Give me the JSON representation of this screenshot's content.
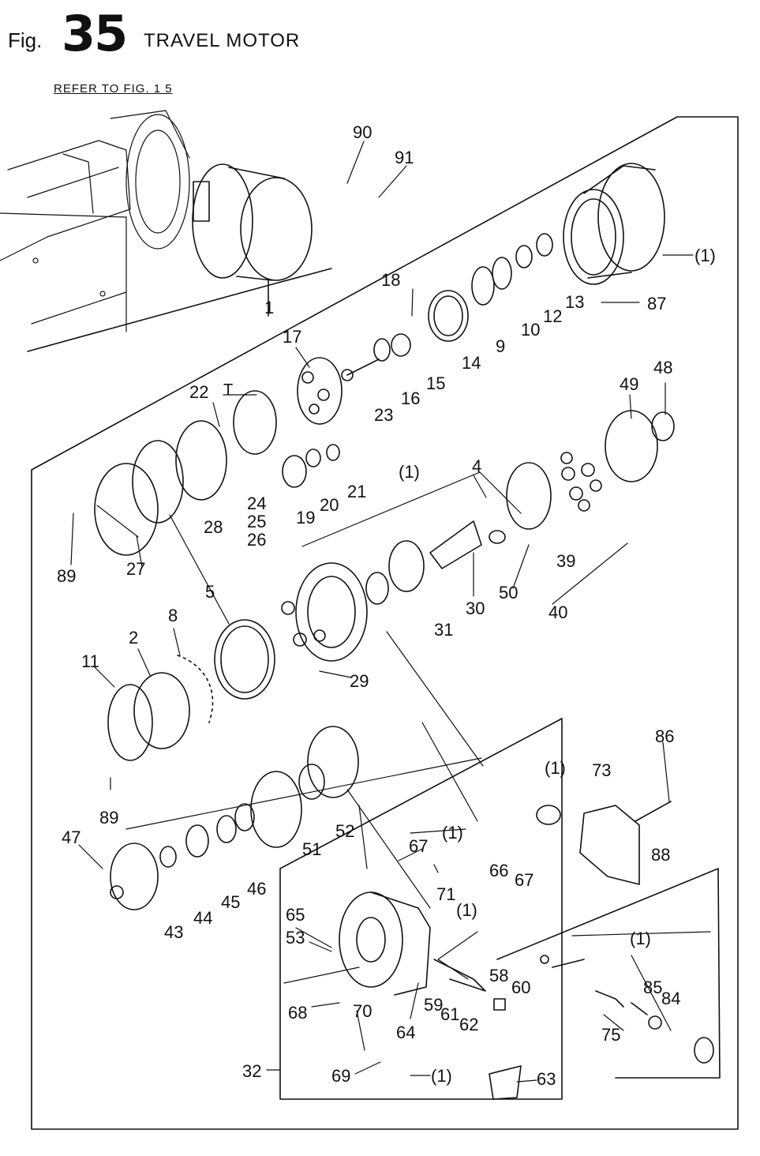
{
  "header": {
    "fig_prefix": "Fig.",
    "fig_number": "35",
    "title": "TRAVEL MOTOR",
    "reference": "REFER TO FIG. 1 5"
  },
  "callouts": [
    {
      "id": "c90",
      "text": "90"
    },
    {
      "id": "c91",
      "text": "91"
    },
    {
      "id": "c1a",
      "text": "(1)"
    },
    {
      "id": "c87",
      "text": "87"
    },
    {
      "id": "c13",
      "text": "13"
    },
    {
      "id": "c12",
      "text": "12"
    },
    {
      "id": "c10",
      "text": "10"
    },
    {
      "id": "c9",
      "text": "9"
    },
    {
      "id": "c14",
      "text": "14"
    },
    {
      "id": "c18",
      "text": "18"
    },
    {
      "id": "c1",
      "text": "1"
    },
    {
      "id": "c17",
      "text": "17"
    },
    {
      "id": "c15",
      "text": "15"
    },
    {
      "id": "c16",
      "text": "16"
    },
    {
      "id": "c23",
      "text": "23"
    },
    {
      "id": "c22",
      "text": "22"
    },
    {
      "id": "cT",
      "text": "T"
    },
    {
      "id": "c48",
      "text": "48"
    },
    {
      "id": "c49",
      "text": "49"
    },
    {
      "id": "c24",
      "text": "24"
    },
    {
      "id": "c25",
      "text": "25"
    },
    {
      "id": "c26",
      "text": "26"
    },
    {
      "id": "c28",
      "text": "28"
    },
    {
      "id": "c19",
      "text": "19"
    },
    {
      "id": "c20",
      "text": "20"
    },
    {
      "id": "c21",
      "text": "21"
    },
    {
      "id": "c1b",
      "text": "(1)"
    },
    {
      "id": "c4",
      "text": "4"
    },
    {
      "id": "c89a",
      "text": "89"
    },
    {
      "id": "c27",
      "text": "27"
    },
    {
      "id": "c39",
      "text": "39"
    },
    {
      "id": "c5",
      "text": "5"
    },
    {
      "id": "c50",
      "text": "50"
    },
    {
      "id": "c30",
      "text": "30"
    },
    {
      "id": "c40",
      "text": "40"
    },
    {
      "id": "c31",
      "text": "31"
    },
    {
      "id": "c8",
      "text": "8"
    },
    {
      "id": "c2",
      "text": "2"
    },
    {
      "id": "c11",
      "text": "11"
    },
    {
      "id": "c29",
      "text": "29"
    },
    {
      "id": "c86",
      "text": "86"
    },
    {
      "id": "c1c",
      "text": "(1)"
    },
    {
      "id": "c73",
      "text": "73"
    },
    {
      "id": "c89b",
      "text": "89"
    },
    {
      "id": "c47",
      "text": "47"
    },
    {
      "id": "c52",
      "text": "52"
    },
    {
      "id": "c1d",
      "text": "(1)"
    },
    {
      "id": "c67a",
      "text": "67"
    },
    {
      "id": "c51",
      "text": "51"
    },
    {
      "id": "c88",
      "text": "88"
    },
    {
      "id": "c66",
      "text": "66"
    },
    {
      "id": "c67b",
      "text": "67"
    },
    {
      "id": "c71",
      "text": "71"
    },
    {
      "id": "c46",
      "text": "46"
    },
    {
      "id": "c45",
      "text": "45"
    },
    {
      "id": "c44",
      "text": "44"
    },
    {
      "id": "c43",
      "text": "43"
    },
    {
      "id": "c65",
      "text": "65"
    },
    {
      "id": "c1e",
      "text": "(1)"
    },
    {
      "id": "c53",
      "text": "53"
    },
    {
      "id": "c1f",
      "text": "(1)"
    },
    {
      "id": "c58",
      "text": "58"
    },
    {
      "id": "c60",
      "text": "60"
    },
    {
      "id": "c85",
      "text": "85"
    },
    {
      "id": "c84",
      "text": "84"
    },
    {
      "id": "c68",
      "text": "68"
    },
    {
      "id": "c70",
      "text": "70"
    },
    {
      "id": "c59",
      "text": "59"
    },
    {
      "id": "c61",
      "text": "61"
    },
    {
      "id": "c62",
      "text": "62"
    },
    {
      "id": "c64",
      "text": "64"
    },
    {
      "id": "c75",
      "text": "75"
    },
    {
      "id": "c32",
      "text": "32"
    },
    {
      "id": "c69",
      "text": "69"
    },
    {
      "id": "c1g",
      "text": "(1)"
    },
    {
      "id": "c63",
      "text": "63"
    }
  ]
}
